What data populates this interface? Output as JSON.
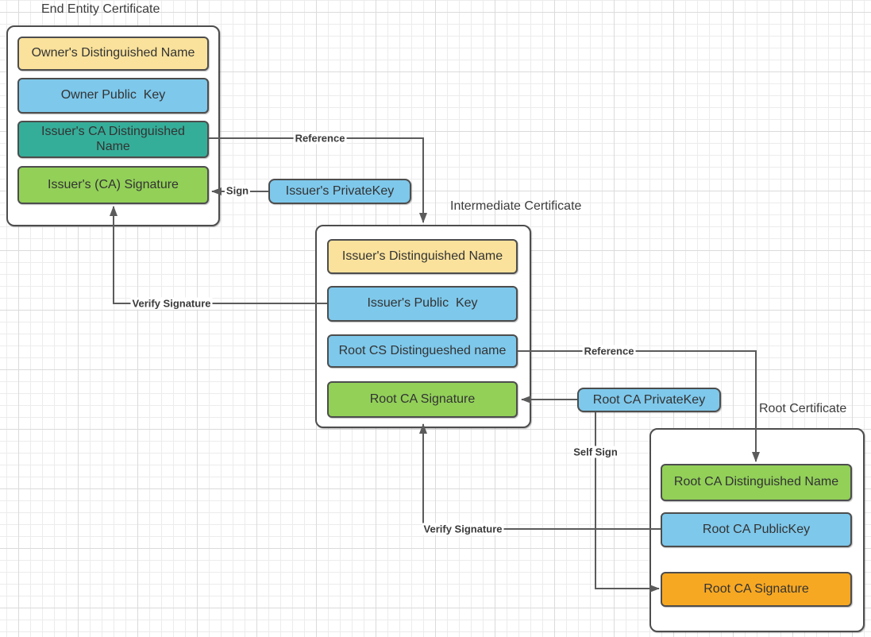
{
  "colors": {
    "yellow": "#FAE29C",
    "blue": "#7EC8EB",
    "teal": "#35AE99",
    "green": "#92D058",
    "orange": "#F7A822",
    "line": "#5B5B5B",
    "border": "#4D4D4D",
    "text": "#333333",
    "grid_minor": "#ECECEC",
    "grid_major": "#DBDBDB",
    "group_fill": "#FFFFFF"
  },
  "groups": [
    {
      "title": "End Entity Certificate",
      "fields": [
        {
          "label": "Owner's Distinguished Name",
          "fill": "yellow"
        },
        {
          "label": "Owner Public  Key",
          "fill": "blue"
        },
        {
          "label": "Issuer's CA Distinguished\nName",
          "fill": "teal"
        },
        {
          "label": "Issuer's (CA) Signature",
          "fill": "green"
        }
      ]
    },
    {
      "title": "Intermediate Certificate",
      "fields": [
        {
          "label": "Issuer's Distinguished Name",
          "fill": "yellow"
        },
        {
          "label": "Issuer's Public  Key",
          "fill": "blue"
        },
        {
          "label": "Root CS Distingueshed name",
          "fill": "blue"
        },
        {
          "label": "Root CA Signature",
          "fill": "green"
        }
      ]
    },
    {
      "title": "Root Certificate",
      "fields": [
        {
          "label": "Root CA Distinguished Name",
          "fill": "green"
        },
        {
          "label": "Root CA PublicKey",
          "fill": "blue"
        },
        {
          "label": "Root CA Signature",
          "fill": "orange"
        }
      ]
    }
  ],
  "keys": [
    {
      "label": "Issuer's PrivateKey",
      "fill": "blue"
    },
    {
      "label": "Root CA PrivateKey",
      "fill": "blue"
    }
  ],
  "connectors": [
    {
      "label": "Reference",
      "from": "issuers-ca-distinguished-name",
      "to": "intermediate-certificate"
    },
    {
      "label": "Sign",
      "from": "issuers-private-key",
      "to": "issuers-ca-signature"
    },
    {
      "label": "Verify Signature",
      "from": "issuers-public-key",
      "to": "issuers-ca-signature"
    },
    {
      "label": "Reference",
      "from": "root-cs-distingueshed-name",
      "to": "root-ca-distinguished-name"
    },
    {
      "label": "",
      "from": "root-ca-private-key",
      "to": "root-ca-signature-intermediate"
    },
    {
      "label": "Self Sign",
      "from": "root-ca-private-key",
      "to": "root-ca-signature-root"
    },
    {
      "label": "Verify Signature",
      "from": "root-ca-public-key",
      "to": "root-ca-signature-intermediate"
    }
  ]
}
